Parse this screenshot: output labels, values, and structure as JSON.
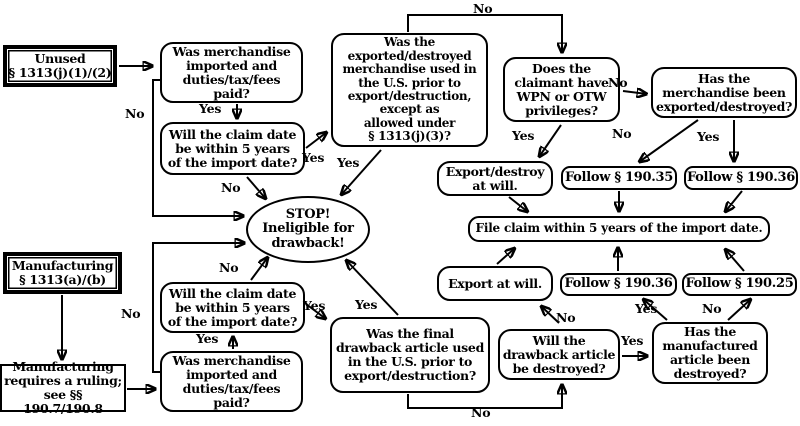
{
  "colors": {
    "ink": "#000000",
    "background": "#ffffff"
  },
  "labels": {
    "yes": "Yes",
    "no": "No"
  },
  "nodes": {
    "start_unused": "Unused\n§ 1313(j)(1)/(2)",
    "merch_imported_top": "Was merchandise\nimported and\nduties/tax/fees\npaid?",
    "claim_date_top": "Will the claim date\nbe within 5 years\nof the import date?",
    "exported_used": "Was the\nexported/destroyed\nmerchandise used in\nthe U.S. prior to\nexport/destruction,\nexcept as\nallowed under\n§ 1313(j)(3)?",
    "wpn_otw": "Does the\nclaimant have\nWPN or OTW\nprivileges?",
    "merch_exported": "Has the\nmerchandise been\nexported/destroyed?",
    "export_destroy_will": "Export/destroy\nat will.",
    "follow_190_35": "Follow § 190.35",
    "follow_190_36_top": "Follow § 190.36",
    "file_claim": "File claim within 5 years of the import date.",
    "export_will": "Export at will.",
    "follow_190_36_bottom": "Follow § 190.36",
    "follow_190_25": "Follow § 190.25",
    "stop": "STOP!\nIneligible for\ndrawback!",
    "claim_date_bottom": "Will the claim date\nbe within 5 years\nof the import date?",
    "merch_imported_bottom": "Was merchandise\nimported and\nduties/tax/fees\npaid?",
    "final_article_used": "Was the final\ndrawback article used\nin the U.S. prior to\nexport/destruction?",
    "drawback_destroyed": "Will the\ndrawback article\nbe destroyed?",
    "manufactured_destroyed": "Has the\nmanufactured\narticle been\ndestroyed?",
    "start_manufacturing": "Manufacturing\n§ 1313(a)/(b)",
    "ruling_note": "Manufacturing\nrequires a ruling;\nsee §§ 190.7/190.8"
  }
}
